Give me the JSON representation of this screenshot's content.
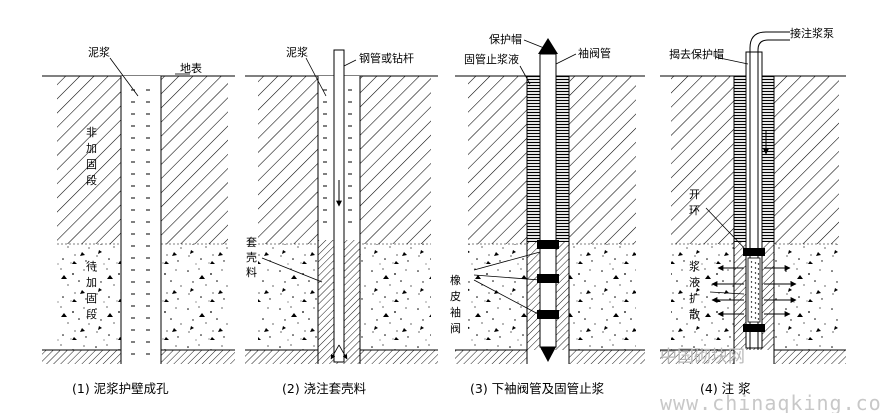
{
  "panels": [
    {
      "caption": "(1)  泥浆护壁成孔",
      "labels": [
        "泥浆",
        "地表"
      ],
      "vertical_labels": [
        [
          "非",
          "加",
          "固",
          "段"
        ],
        [
          "待",
          "加",
          "固",
          "段"
        ]
      ]
    },
    {
      "caption": "(2)  浇注套壳料",
      "labels": [
        "泥浆",
        "钢管或钻杆"
      ],
      "vertical_labels": [
        [
          "套",
          "壳",
          "料"
        ]
      ]
    },
    {
      "caption": "(3)  下袖阀管及固管止浆",
      "labels": [
        "保护帽",
        "袖阀管",
        "固管止浆液"
      ],
      "vertical_labels": [
        [
          "橡",
          "皮",
          "袖",
          "阀"
        ]
      ]
    },
    {
      "caption": "(4)  注      浆",
      "labels": [
        "揭去保护帽",
        "接注浆泵"
      ],
      "vertical_labels": [
        [
          "开",
          "环"
        ],
        [
          "浆",
          "液",
          "扩",
          "散"
        ]
      ]
    }
  ],
  "watermark": {
    "site_cn": "中国砌块网",
    "url": "www.chinaqking.com"
  }
}
